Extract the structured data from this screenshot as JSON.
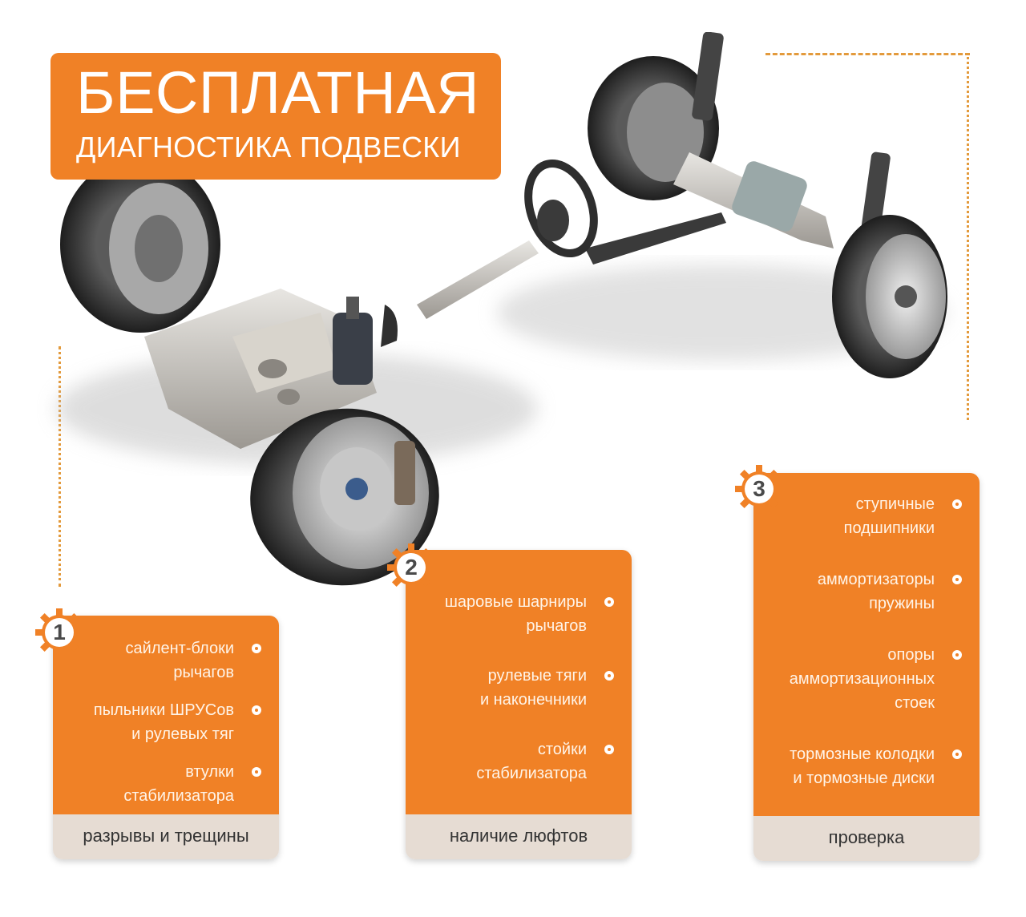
{
  "headline": {
    "title": "БЕСПЛАТНАЯ",
    "subtitle": "ДИАГНОСТИКА ПОДВЕСКИ"
  },
  "colors": {
    "accent_orange": "#f08126",
    "footer_beige": "#e6dcd3",
    "dotted_line": "#e39a3c",
    "badge_number": "#4a4a4a"
  },
  "illustration": {
    "subject": "car-chassis-suspension-steering"
  },
  "cards": [
    {
      "number": "1",
      "items": [
        "сайлент-блоки\nрычагов",
        "пыльники ШРУСов\nи рулевых тяг",
        "втулки\nстабилизатора"
      ],
      "footer": "разрывы и трещины"
    },
    {
      "number": "2",
      "items": [
        "шаровые шарниры\nрычагов",
        "рулевые тяги\nи наконечники",
        "стойки\nстабилизатора"
      ],
      "footer": "наличие люфтов"
    },
    {
      "number": "3",
      "items": [
        "ступичные\nподшипники",
        "аммортизаторы\nпружины",
        "опоры\nаммортизационных\nстоек",
        "тормозные колодки\nи тормозные диски"
      ],
      "footer": "проверка"
    }
  ]
}
